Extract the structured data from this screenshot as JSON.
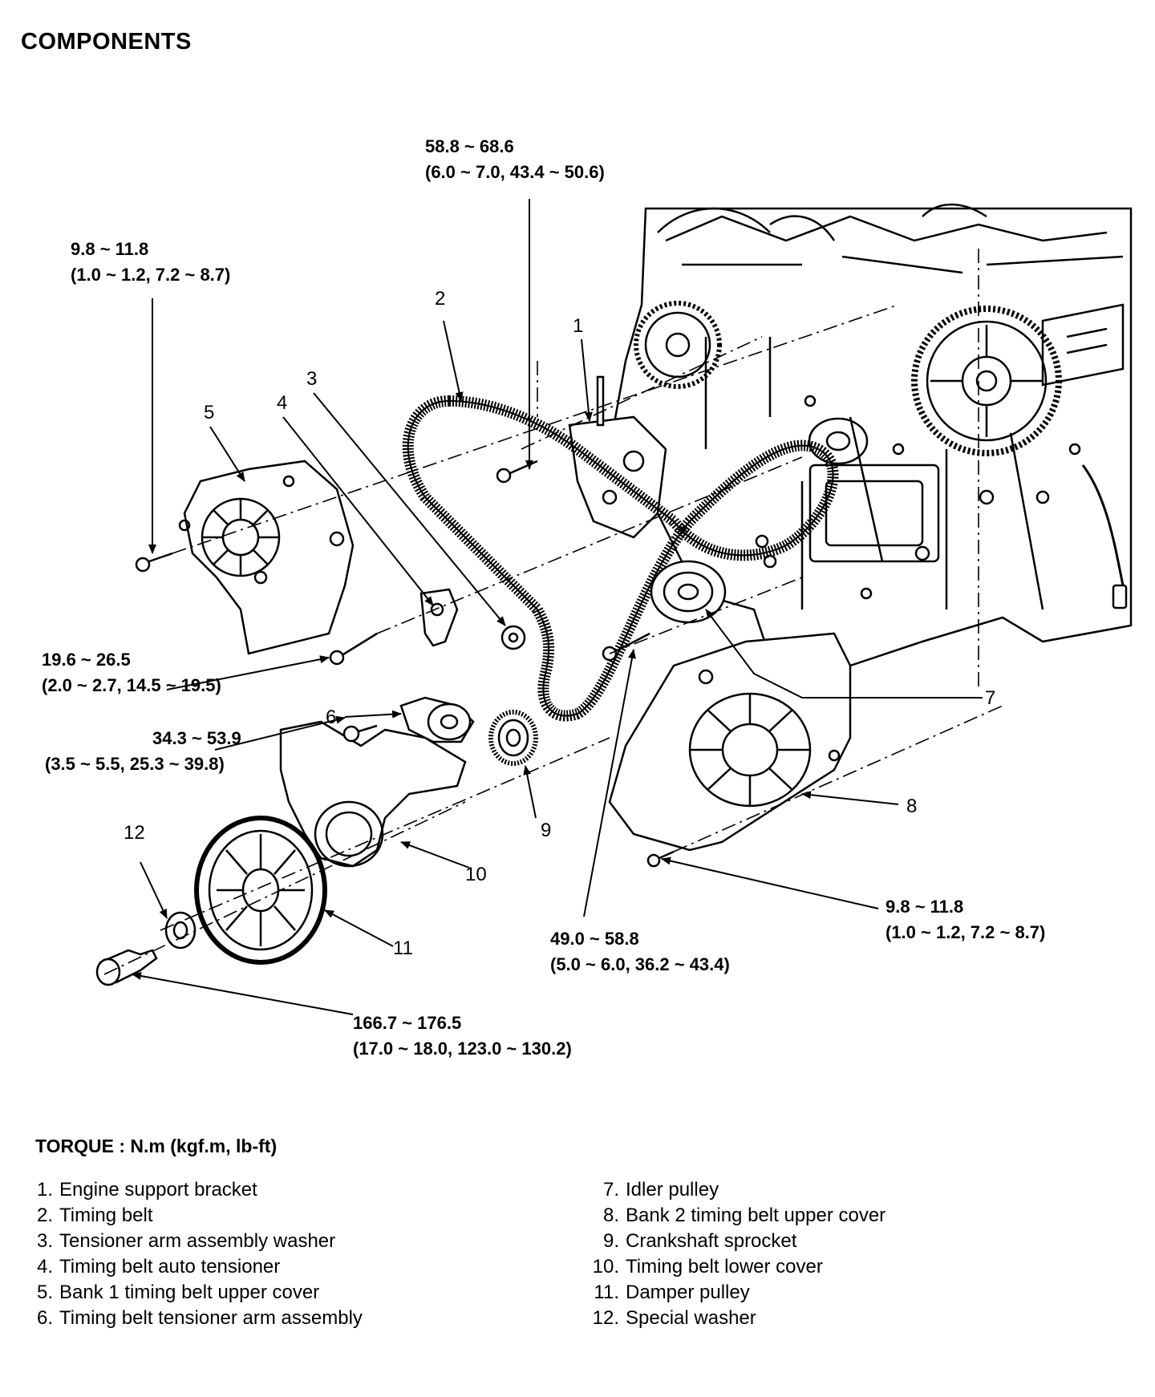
{
  "title": "COMPONENTS",
  "torque_heading": "TORQUE : N.m (kgf.m, lb-ft)",
  "callouts": {
    "n1": "1",
    "n2": "2",
    "n3": "3",
    "n4": "4",
    "n5": "5",
    "n6": "6",
    "n7": "7",
    "n8": "8",
    "n9": "9",
    "n10": "10",
    "n11": "11",
    "n12": "12"
  },
  "torques": {
    "top_center": {
      "line1": "58.8 ~ 68.6",
      "line2": "(6.0 ~ 7.0, 43.4 ~ 50.6)"
    },
    "top_left": {
      "line1": "9.8 ~ 11.8",
      "line2": "(1.0 ~ 1.2, 7.2 ~ 8.7)"
    },
    "left_mid": {
      "line1": "19.6 ~ 26.5",
      "line2": "(2.0 ~ 2.7, 14.5 ~ 19.5)"
    },
    "left_lower": {
      "line1": "34.3 ~ 53.9",
      "line2": "(3.5 ~ 5.5, 25.3 ~ 39.8)"
    },
    "right_lower": {
      "line1": "9.8 ~ 11.8",
      "line2": "(1.0 ~ 1.2, 7.2 ~ 8.7)"
    },
    "bottom_mid": {
      "line1": "49.0 ~ 58.8",
      "line2": "(5.0 ~ 6.0, 36.2 ~ 43.4)"
    },
    "bottom_bolt": {
      "line1": "166.7 ~ 176.5",
      "line2": "(17.0 ~ 18.0, 123.0 ~ 130.2)"
    }
  },
  "legend_left": [
    {
      "num": "1.",
      "label": "Engine support bracket"
    },
    {
      "num": "2.",
      "label": "Timing belt"
    },
    {
      "num": "3.",
      "label": "Tensioner arm assembly washer"
    },
    {
      "num": "4.",
      "label": "Timing belt auto tensioner"
    },
    {
      "num": "5.",
      "label": "Bank 1 timing belt upper cover"
    },
    {
      "num": "6.",
      "label": "Timing belt tensioner arm assembly"
    }
  ],
  "legend_right": [
    {
      "num": "7.",
      "label": "Idler pulley"
    },
    {
      "num": "8.",
      "label": "Bank 2 timing belt upper cover"
    },
    {
      "num": "9.",
      "label": "Crankshaft sprocket"
    },
    {
      "num": "10.",
      "label": "Timing belt lower cover"
    },
    {
      "num": "11.",
      "label": "Damper pulley"
    },
    {
      "num": "12.",
      "label": "Special washer"
    }
  ]
}
